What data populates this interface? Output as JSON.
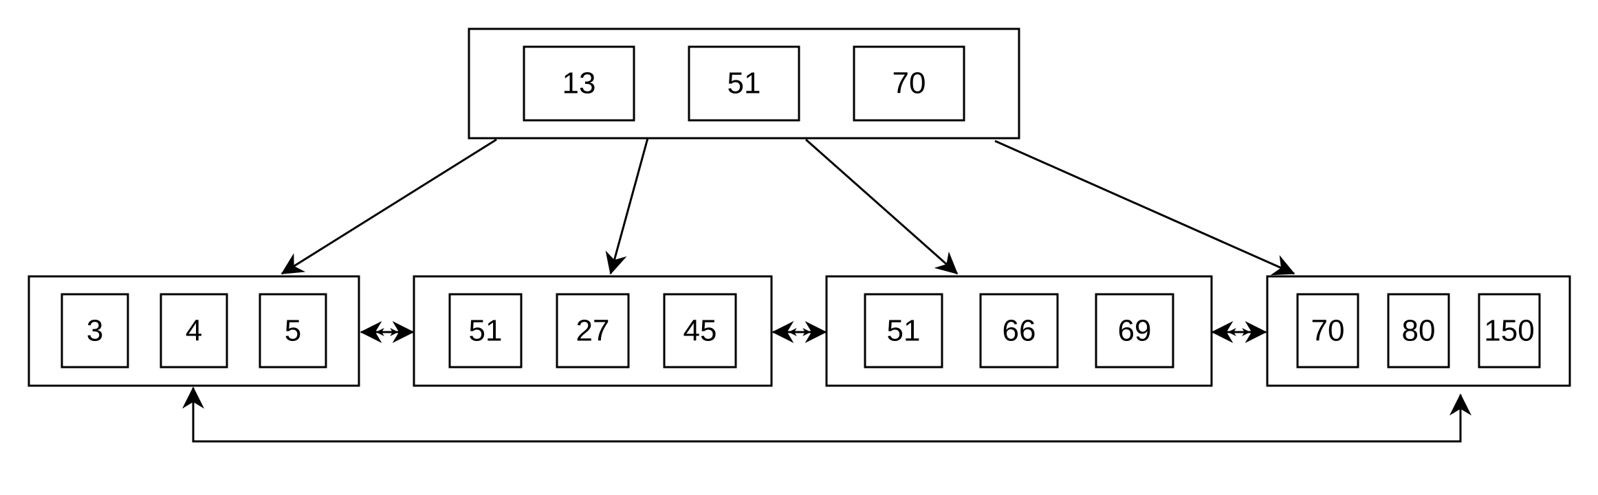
{
  "tree": {
    "root": {
      "keys": [
        "13",
        "51",
        "70"
      ]
    },
    "leaves": [
      {
        "keys": [
          "3",
          "4",
          "5"
        ]
      },
      {
        "keys": [
          "51",
          "27",
          "45"
        ]
      },
      {
        "keys": [
          "51",
          "66",
          "69"
        ]
      },
      {
        "keys": [
          "70",
          "80",
          "150"
        ]
      }
    ]
  },
  "colors": {
    "stroke": "#000000",
    "fill": "#ffffff"
  }
}
